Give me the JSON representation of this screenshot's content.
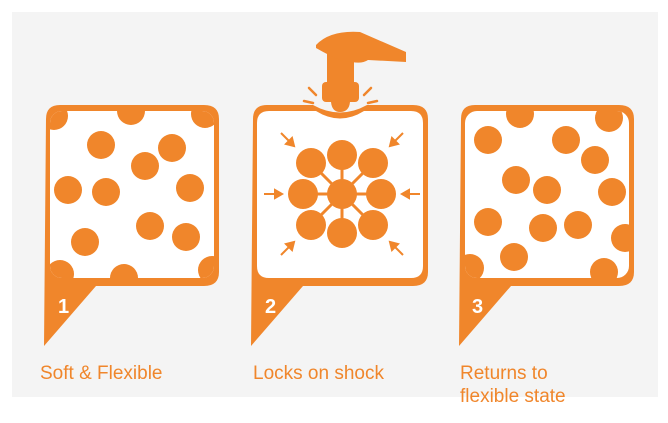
{
  "colors": {
    "accent": "#f0862b",
    "background": "#f4f4f4",
    "panel_fill": "#ffffff",
    "number_text": "#ffffff"
  },
  "panels": [
    {
      "number": "1",
      "caption_lines": [
        "Soft & Flexible"
      ],
      "state": "loose-particles"
    },
    {
      "number": "2",
      "caption_lines": [
        "Locks on shock"
      ],
      "state": "locked-particles",
      "icon": "hammer-icon"
    },
    {
      "number": "3",
      "caption_lines": [
        "Returns to",
        "flexible state"
      ],
      "state": "loose-particles"
    }
  ]
}
